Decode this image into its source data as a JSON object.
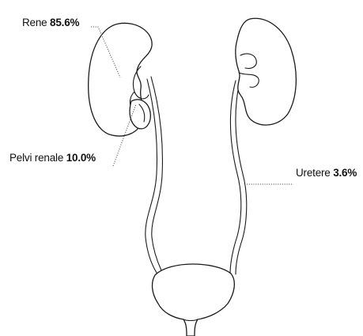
{
  "labels": {
    "kidney": {
      "name": "Rene",
      "value": "85.6%"
    },
    "renal_pelvis": {
      "name": "Pelvi renale",
      "value": "10.0%"
    },
    "ureter": {
      "name": "Uretere",
      "value": "3.6%"
    }
  }
}
